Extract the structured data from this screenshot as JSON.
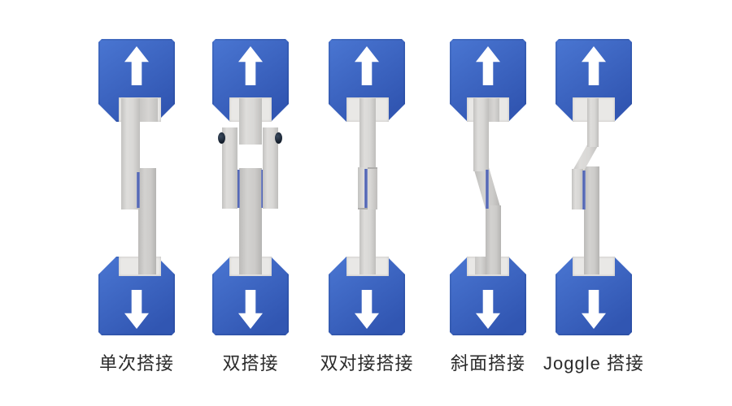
{
  "page": {
    "background": "#ffffff"
  },
  "colors": {
    "grip_blue_light": "#4a76d2",
    "grip_blue_dark": "#3156b2",
    "strip_light": "#d9d8d6",
    "strip_dark": "#c9c8c6",
    "slot_light": "#e9e8e6",
    "adhesive_blue": "#4459ae",
    "bolt_dark": "#141e2c",
    "arrow_white": "#ffffff",
    "label_text": "#2b2b2b"
  },
  "diagram": {
    "specimens": [
      {
        "id": "single-lap",
        "label": "单次搭接"
      },
      {
        "id": "double-lap",
        "label": "双搭接"
      },
      {
        "id": "double-butt-lap",
        "label": "双对接搭接"
      },
      {
        "id": "scarf-lap",
        "label": "斜面搭接"
      },
      {
        "id": "joggle-lap",
        "label": "Joggle 搭接"
      }
    ]
  }
}
